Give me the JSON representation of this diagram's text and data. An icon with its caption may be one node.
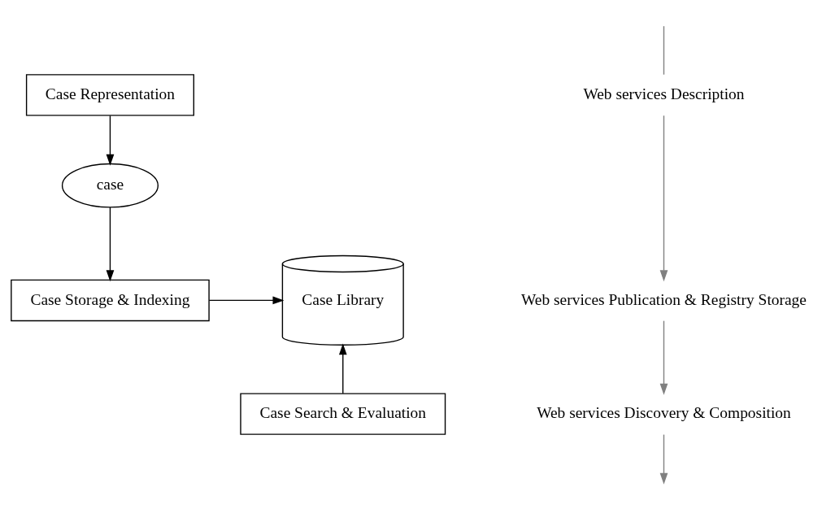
{
  "diagram": {
    "nodes": [
      {
        "text": [
          "Case Representation"
        ]
      },
      {
        "text": [
          "case"
        ]
      },
      {
        "text": [
          "Case Storage & Indexing"
        ]
      },
      {
        "text": [
          "Case Library"
        ]
      },
      {
        "text": [
          "Case Search & Evaluation"
        ]
      },
      {
        "text": [
          "Web services Description"
        ]
      },
      {
        "text": [
          "Web services Publication & Registry Storage"
        ]
      },
      {
        "text": [
          "Web services Discovery & Composition"
        ]
      }
    ],
    "edges": [
      {
        "from": 0,
        "to": 1,
        "arrow": "to"
      },
      {
        "from": 1,
        "to": 2,
        "arrow": "to"
      },
      {
        "from": 2,
        "to": 3,
        "arrow": "to"
      },
      {
        "from": 4,
        "to": 3,
        "arrow": "to"
      },
      {
        "from": null,
        "to": 5,
        "arrow": "none",
        "color": "#808080"
      },
      {
        "from": 5,
        "to": 6,
        "arrow": "to",
        "color": "#808080"
      },
      {
        "from": 6,
        "to": 7,
        "arrow": "to",
        "color": "#808080"
      },
      {
        "from": 7,
        "to": null,
        "arrow": "to",
        "color": "#808080"
      }
    ]
  }
}
